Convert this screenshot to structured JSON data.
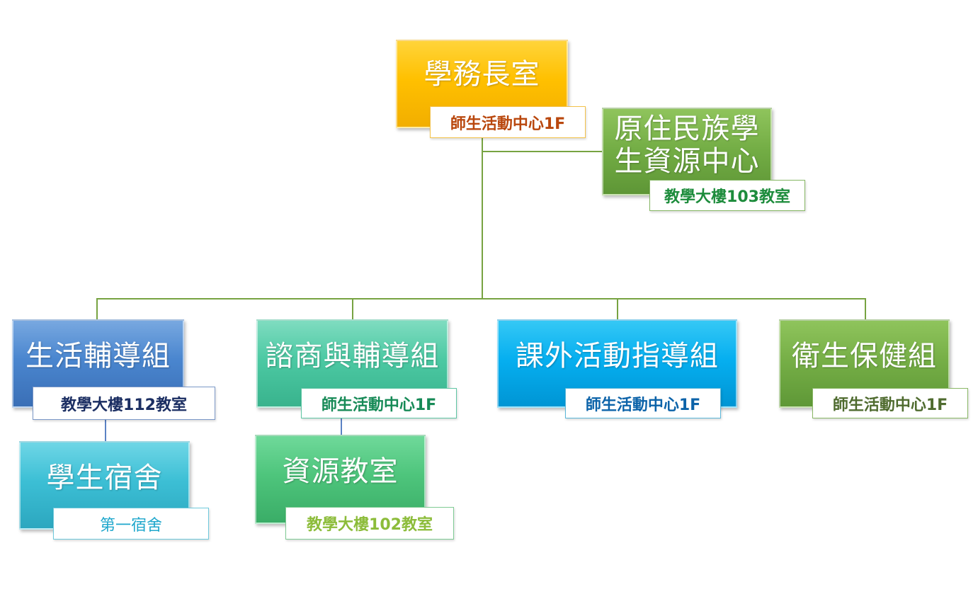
{
  "top": {
    "title": "學務長室",
    "location": "師生活動中心1F"
  },
  "indigenous": {
    "title_line1": "原住民族學",
    "title_line2": "生資源中心",
    "location": "教學大樓103教室"
  },
  "life": {
    "title": "生活輔導組",
    "location": "教學大樓112教室"
  },
  "counseling": {
    "title": "諮商與輔導組",
    "location": "師生活動中心1F"
  },
  "extracurricular": {
    "title": "課外活動指導組",
    "location": "師生活動中心1F"
  },
  "health": {
    "title": "衛生保健組",
    "location": "師生活動中心1F"
  },
  "dorm": {
    "title": "學生宿舍",
    "location": "第一宿舍"
  },
  "resource": {
    "title": "資源教室",
    "location": "教學大樓102教室"
  },
  "colors": {
    "top": "#ffc000",
    "indigenous": "#72ac44",
    "life": "#4a86cf",
    "counseling": "#4cc9a3",
    "extracurricular": "#06aff0",
    "health": "#74ad45",
    "dorm": "#3cbfd5",
    "resource": "#4ec57c",
    "connector_green": "#77a342",
    "connector_blue": "#5b82c4"
  }
}
